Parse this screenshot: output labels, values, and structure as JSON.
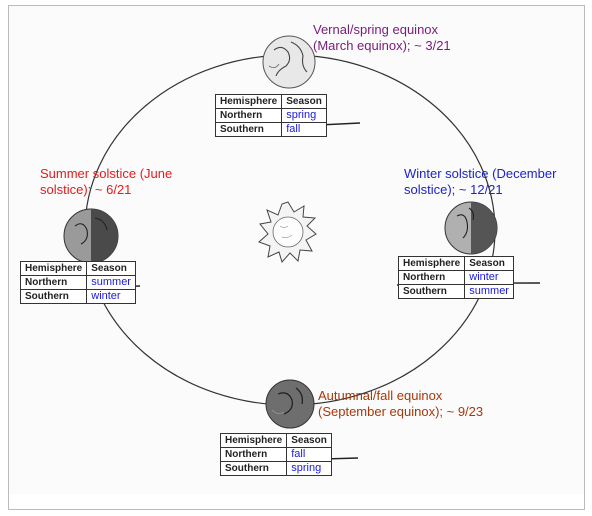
{
  "labels": {
    "vernal": {
      "line1": "Vernal/spring equinox",
      "line2": "(March equinox); ~ 3/21",
      "color": "#7a1a7a"
    },
    "summer": {
      "line1": "Summer solstice (June",
      "line2": "solstice); ~ 6/21",
      "color": "#e31b1b"
    },
    "winter": {
      "line1": "Winter solstice (December",
      "line2": "solstice); ~ 12/21",
      "color": "#1c23c9"
    },
    "autumnal": {
      "line1": "Autumnal/fall equinox",
      "line2": "(September equinox); ~ 9/23",
      "color": "#a8380a"
    }
  },
  "tables": {
    "header": {
      "col1": "Hemisphere",
      "col2": "Season"
    },
    "row_names": {
      "north": "Northern",
      "south": "Southern"
    },
    "vernal": {
      "north": "spring",
      "south": "fall"
    },
    "summer": {
      "north": "summer",
      "south": "winter"
    },
    "winter": {
      "north": "winter",
      "south": "summer"
    },
    "autumnal": {
      "north": "fall",
      "south": "spring"
    }
  },
  "colors": {
    "season_value": "#1a1adb",
    "orbit": "#333333",
    "background": "#ffffff"
  },
  "icons": [
    "earth-icon",
    "sun-icon"
  ]
}
